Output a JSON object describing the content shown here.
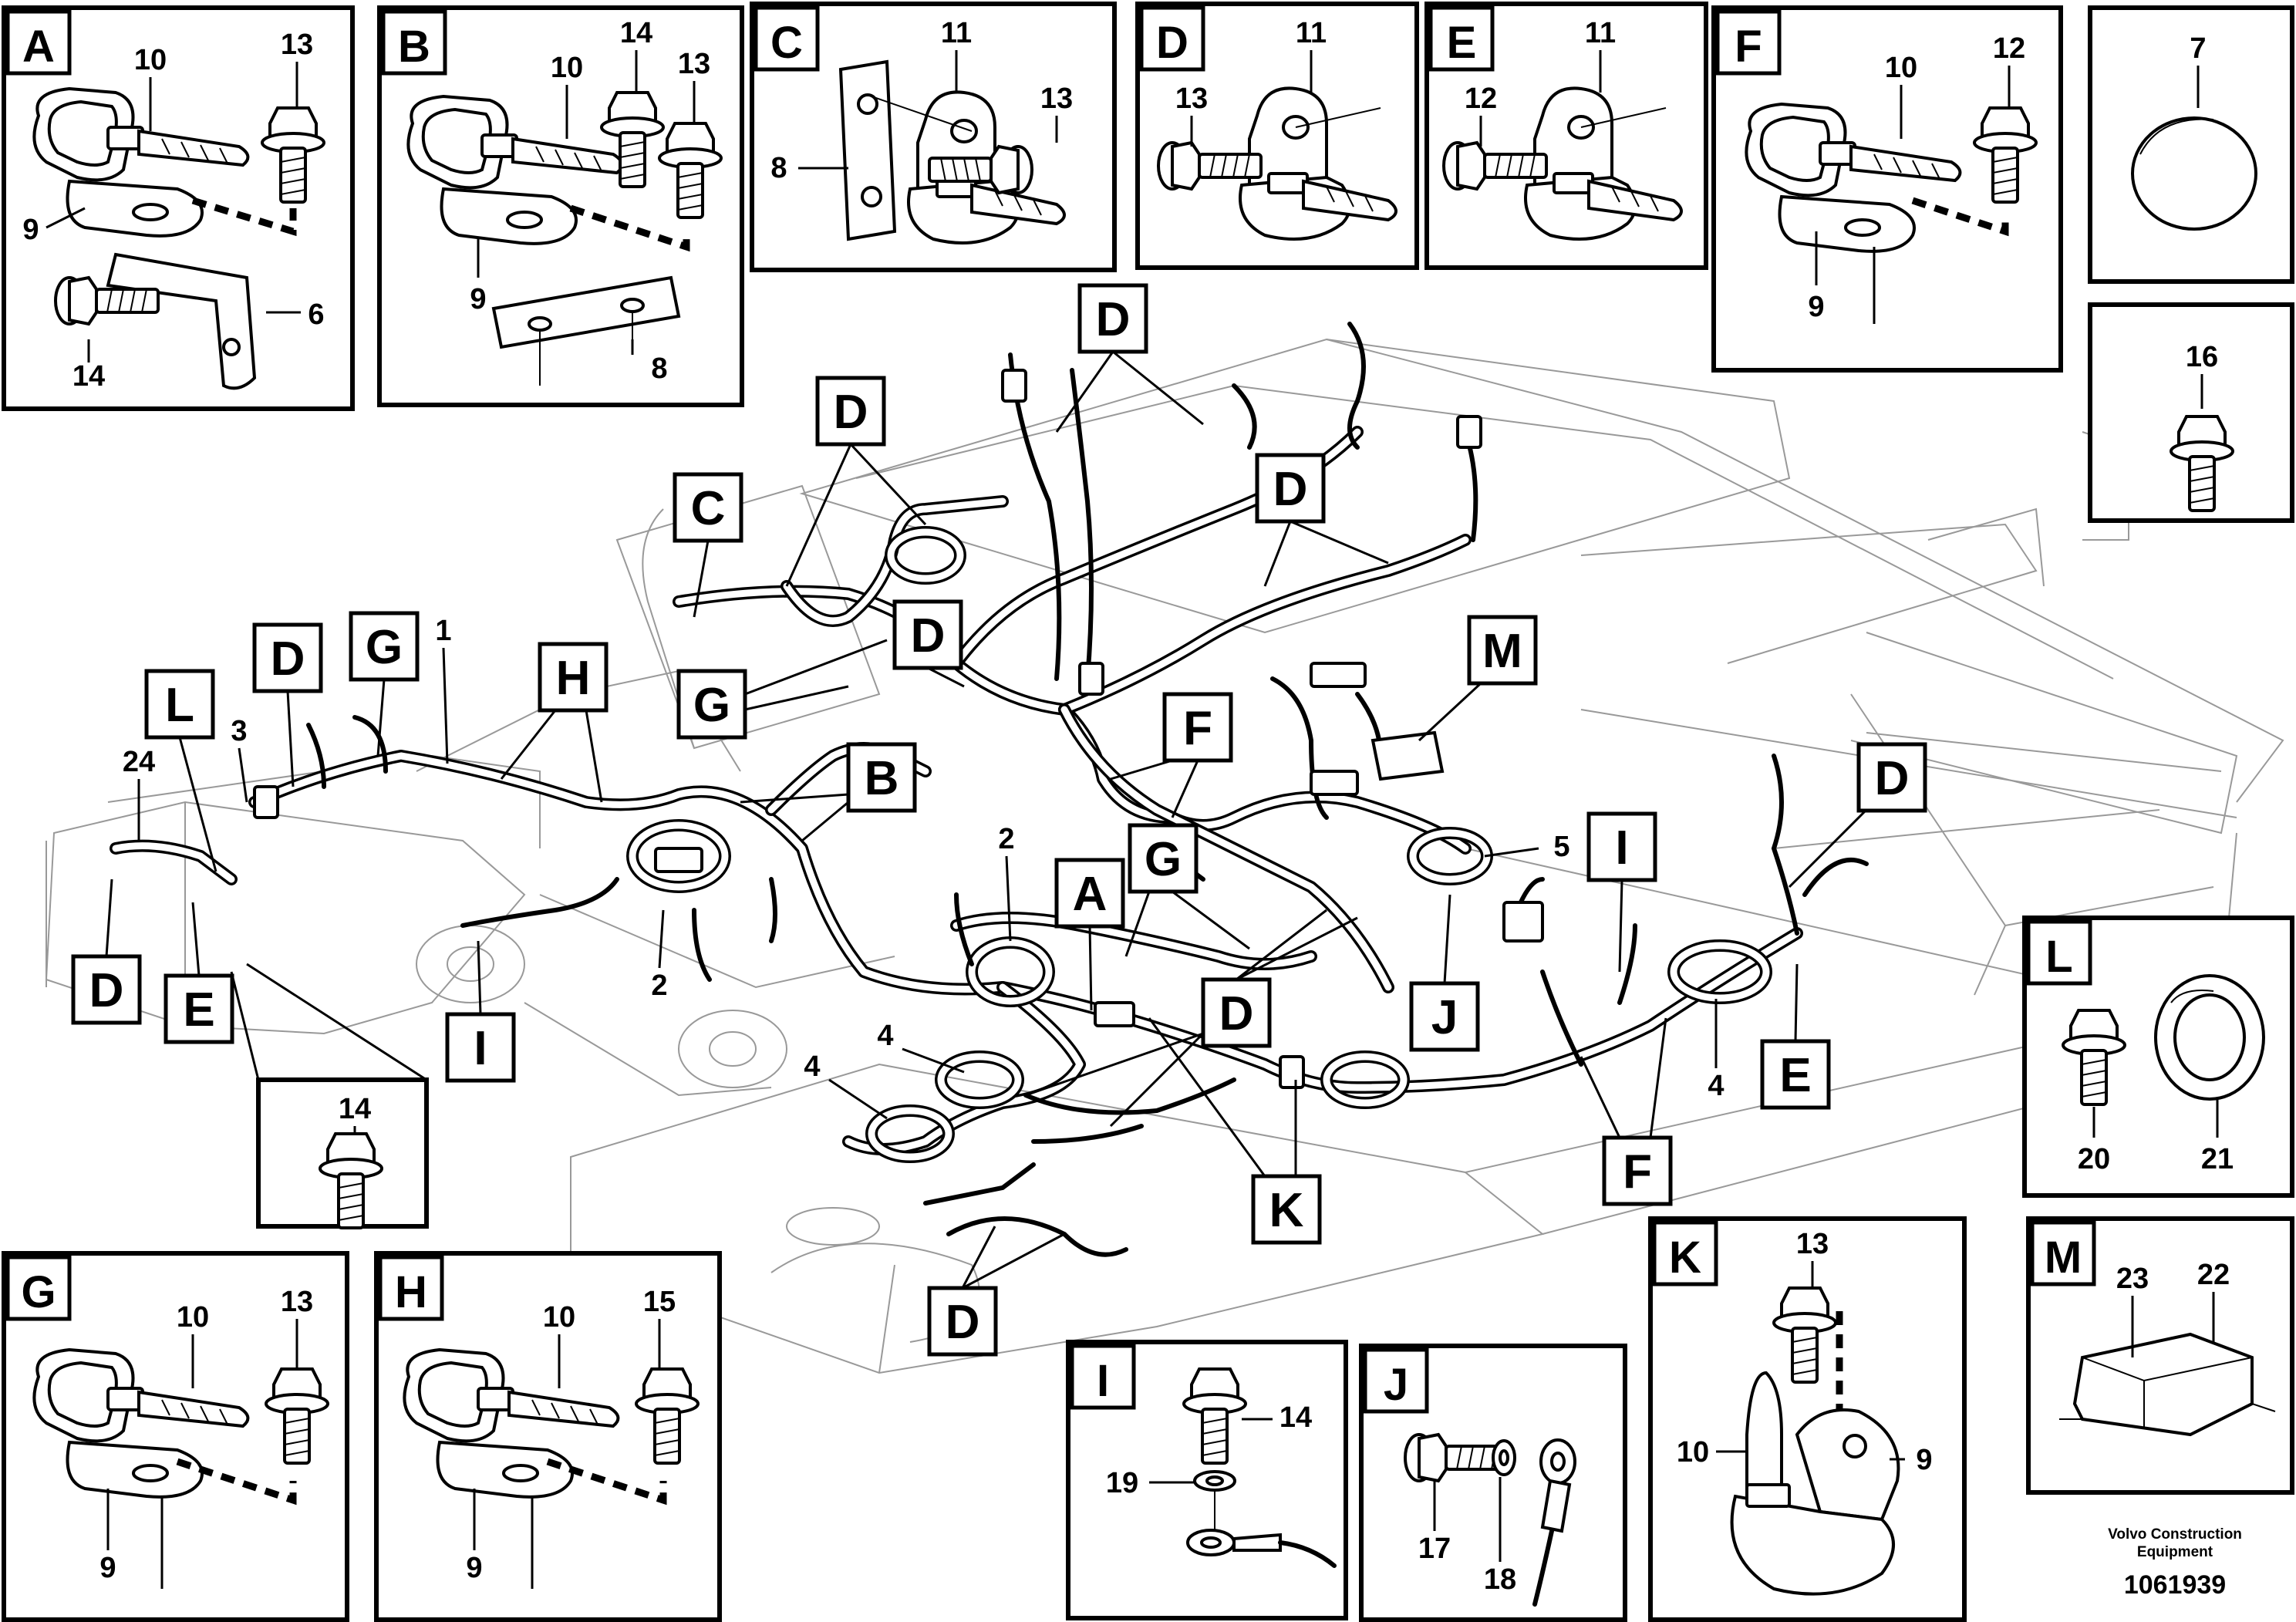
{
  "panels": {
    "A": {
      "letter": "A",
      "callouts": [
        "10",
        "13",
        "9",
        "6",
        "14"
      ]
    },
    "B": {
      "letter": "B",
      "callouts": [
        "10",
        "14",
        "13",
        "9",
        "8"
      ]
    },
    "C": {
      "letter": "C",
      "callouts": [
        "11",
        "13",
        "8"
      ]
    },
    "D": {
      "letter": "D",
      "callouts": [
        "11",
        "13"
      ]
    },
    "E": {
      "letter": "E",
      "callouts": [
        "11",
        "12"
      ]
    },
    "F": {
      "letter": "F",
      "callouts": [
        "10",
        "12",
        "9"
      ]
    },
    "P7": {
      "callouts": [
        "7"
      ]
    },
    "P16": {
      "callouts": [
        "16"
      ]
    },
    "G": {
      "letter": "G",
      "callouts": [
        "10",
        "13",
        "9"
      ]
    },
    "H": {
      "letter": "H",
      "callouts": [
        "10",
        "15",
        "9"
      ]
    },
    "I": {
      "letter": "I",
      "callouts": [
        "14",
        "19"
      ]
    },
    "J": {
      "letter": "J",
      "callouts": [
        "17",
        "18"
      ]
    },
    "K": {
      "letter": "K",
      "callouts": [
        "13",
        "10",
        "9"
      ]
    },
    "L": {
      "letter": "L",
      "callouts": [
        "20",
        "21"
      ]
    },
    "M": {
      "letter": "M",
      "callouts": [
        "23",
        "22"
      ]
    },
    "LE14": {
      "callouts": [
        "14"
      ]
    }
  },
  "main_labels": {
    "C": "C",
    "D": "D",
    "E": "E",
    "F": "F",
    "G": "G",
    "H": "H",
    "I": "I",
    "J": "J",
    "K": "K",
    "L": "L",
    "M": "M",
    "A": "A",
    "B": "B"
  },
  "main_callouts": {
    "n1": "1",
    "n2": "2",
    "n3": "3",
    "n4": "4",
    "n5": "5",
    "n24": "24"
  },
  "footer": {
    "company_line1": "Volvo Construction",
    "company_line2": "Equipment",
    "drawing_number": "1061939"
  }
}
